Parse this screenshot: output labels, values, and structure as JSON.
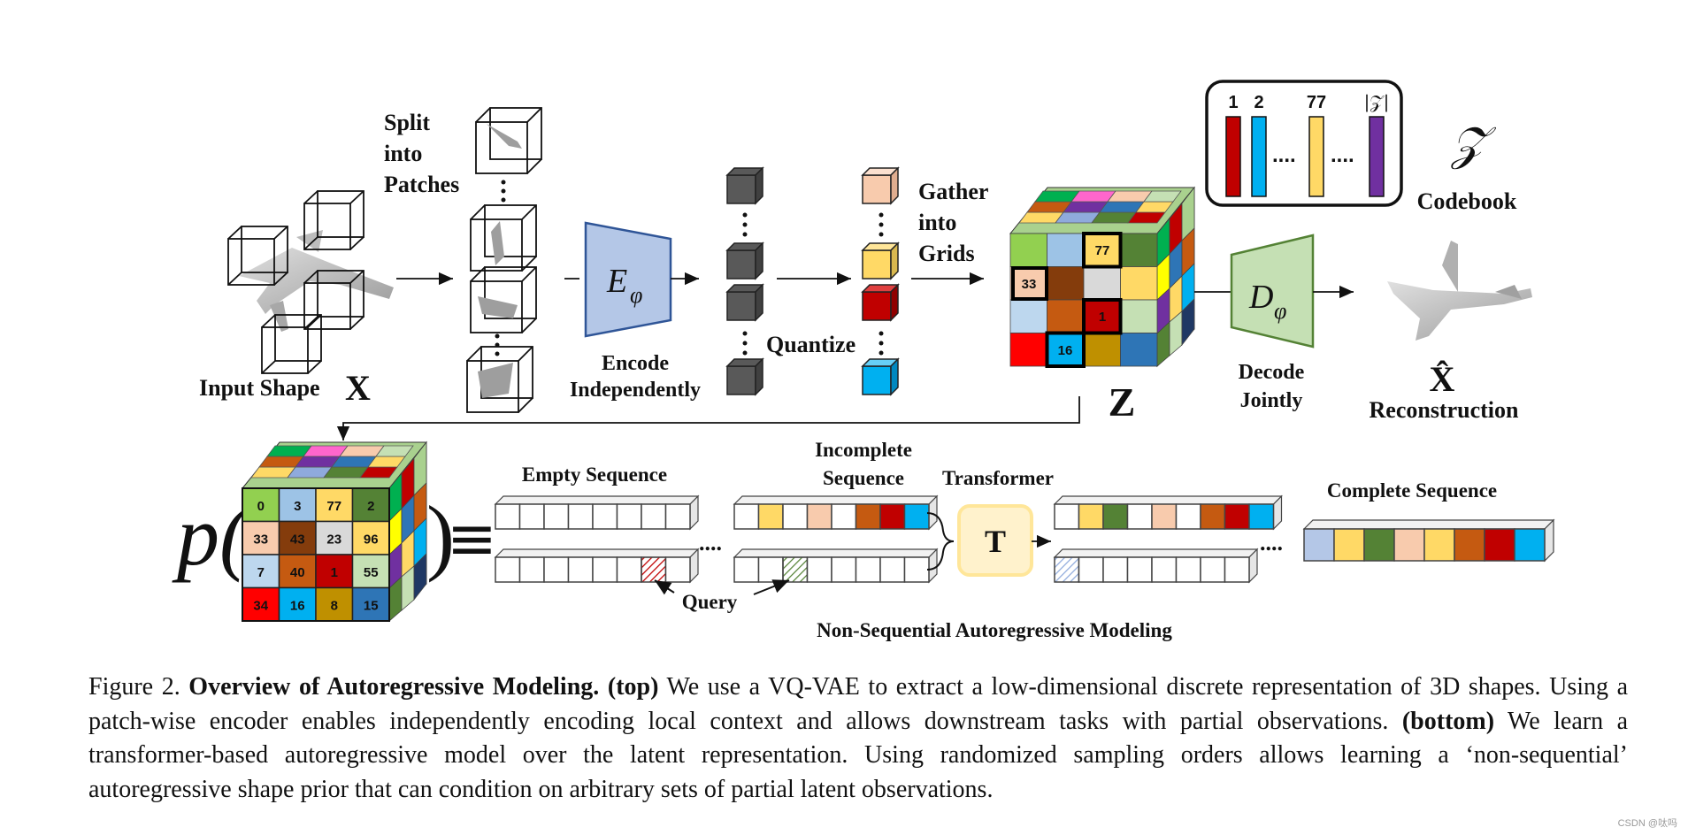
{
  "figure": {
    "split_label": [
      "Split",
      "into",
      "Patches"
    ],
    "input_shape_label": "Input Shape",
    "input_symbol": "X",
    "encoder_symbol": "E",
    "encoder_sub": "φ",
    "encode_label": [
      "Encode",
      "Independently"
    ],
    "quantize_label": "Quantize",
    "gather_label": [
      "Gather",
      "into",
      "Grids"
    ],
    "z_symbol": "Z",
    "codebook": {
      "indices": [
        "1",
        "2",
        "77",
        "|𝒵|"
      ],
      "dots": "....",
      "symbol": "𝒵",
      "label": "Codebook",
      "bar_colors": [
        "#c00000",
        "#00b0f0",
        "#ffd966",
        "#7030a0"
      ]
    },
    "decoder_symbol": "D",
    "decoder_sub": "φ",
    "decode_label": [
      "Decode",
      "Jointly"
    ],
    "recon_symbol": "X̂",
    "recon_label": "Reconstruction",
    "top_cube_numbers": [
      "77",
      "33",
      "1",
      "16"
    ],
    "prior_symbol": "p(",
    "prior_close": ")",
    "equiv_symbol": "≡",
    "bottom_cube_grid": [
      [
        "0",
        "3",
        "77",
        "2"
      ],
      [
        "33",
        "43",
        "23",
        "96"
      ],
      [
        "7",
        "40",
        "1",
        "55"
      ],
      [
        "34",
        "16",
        "8",
        "15"
      ]
    ],
    "bottom_cube_colors": [
      [
        "#92d050",
        "#9dc3e6",
        "#ffd966",
        "#548235"
      ],
      [
        "#f8cbad",
        "#843c0c",
        "#d9d9d9",
        "#ffd966"
      ],
      [
        "#bdd7ee",
        "#c55a11",
        "#c00000",
        "#c5e0b4"
      ],
      [
        "#ff0000",
        "#00b0f0",
        "#bf9000",
        "#2e75b6"
      ]
    ],
    "empty_seq_label": "Empty Sequence",
    "incomplete_seq_label": [
      "Incomplete",
      "Sequence"
    ],
    "transformer_label": "Transformer",
    "transformer_symbol": "T",
    "complete_seq_label": "Complete Sequence",
    "query_label": "Query",
    "ellipsis": "....",
    "bottom_title": "Non-Sequential Autoregressive Modeling",
    "incomplete_colors": [
      "",
      "#ffd966",
      "",
      "#f8cbad",
      "",
      "#c55a11",
      "#c00000",
      "#00b0f0"
    ],
    "output_colors": [
      "",
      "#ffd966",
      "#548235",
      "",
      "#f8cbad",
      "",
      "#c55a11",
      "#c00000",
      "#00b0f0"
    ],
    "complete_colors": [
      "#b4c7e7",
      "#ffd966",
      "#548235",
      "#f8cbad",
      "#ffd966",
      "#c55a11",
      "#c00000",
      "#00b0f0"
    ]
  },
  "caption": {
    "fig_no": "Figure 2.",
    "title": "Overview of Autoregressive Modeling.",
    "top_tag": "(top)",
    "top_text": "We use a VQ-VAE to extract a low-dimensional discrete representation of 3D shapes. Using a patch-wise encoder enables independently encoding local context and allows downstream tasks with partial observations.",
    "bottom_tag": "(bottom)",
    "bottom_text": "We learn a transformer-based autoregressive model over the latent representation. Using randomized sampling orders allows learning a ‘non-sequential’ autoregressive shape prior that can condition on arbitrary sets of partial latent observations."
  },
  "watermark": "CSDN @呔吗"
}
